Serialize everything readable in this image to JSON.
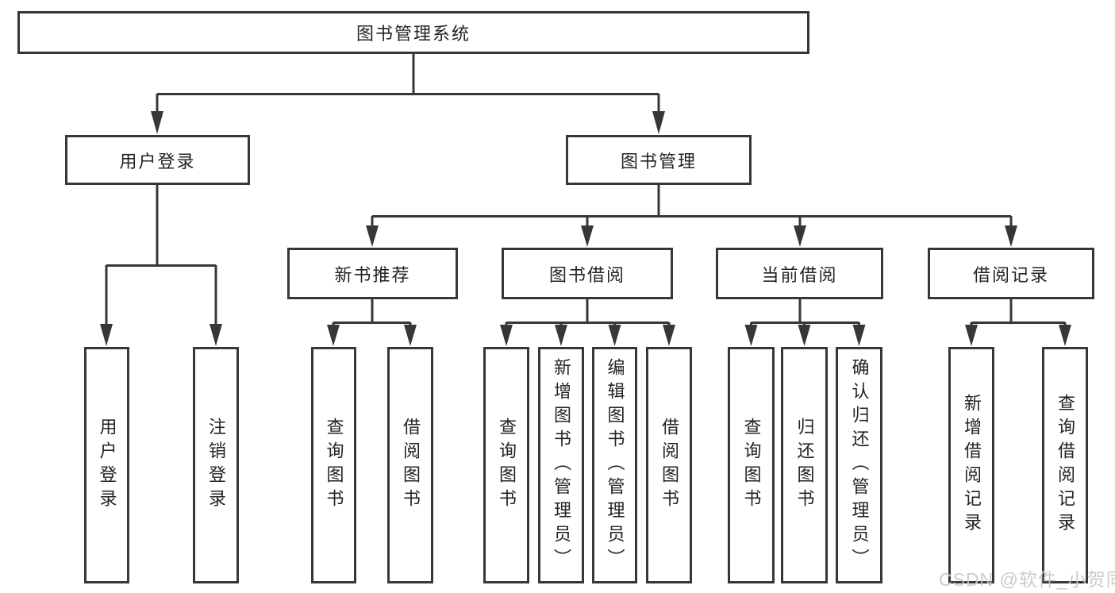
{
  "tree": {
    "root": {
      "label": "图书管理系统"
    },
    "branches": [
      {
        "label": "用户登录",
        "children": [
          {
            "label": "用户登录"
          },
          {
            "label": "注销登录"
          }
        ]
      },
      {
        "label": "图书管理",
        "children": [
          {
            "label": "新书推荐",
            "children": [
              {
                "label": "查询图书"
              },
              {
                "label": "借阅图书"
              }
            ]
          },
          {
            "label": "图书借阅",
            "children": [
              {
                "label": "查询图书"
              },
              {
                "label": "新增图书（管理员）"
              },
              {
                "label": "编辑图书（管理员）"
              },
              {
                "label": "借阅图书"
              }
            ]
          },
          {
            "label": "当前借阅",
            "children": [
              {
                "label": "查询图书"
              },
              {
                "label": "归还图书"
              },
              {
                "label": "确认归还（管理员）"
              }
            ]
          },
          {
            "label": "借阅记录",
            "children": [
              {
                "label": "新增借阅记录"
              },
              {
                "label": "查询借阅记录"
              }
            ]
          }
        ]
      }
    ]
  },
  "colors": {
    "line": "#373737",
    "text": "#232323",
    "watermark": "#c7c7c7",
    "background": "#ffffff"
  },
  "watermark": "CSDN @软件_小贺同学"
}
